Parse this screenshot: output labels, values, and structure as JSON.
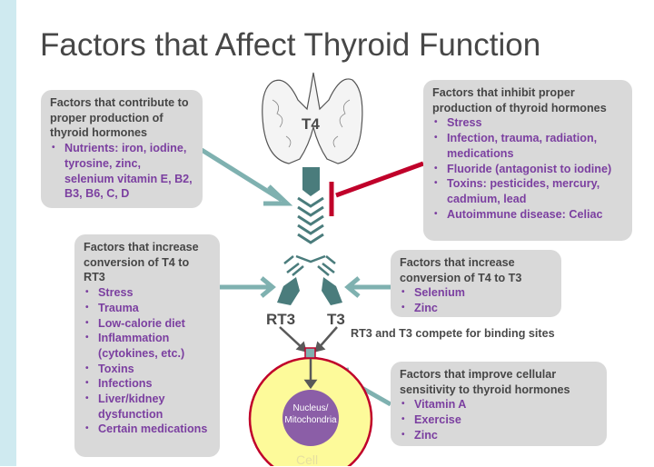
{
  "title": "Factors that Affect Thyroid Function",
  "labels": {
    "t4": "T4",
    "rt3": "RT3",
    "t3": "T3",
    "compete": "RT3 and T3 compete for binding sites",
    "nucleus": "Nucleus/ Mitochondria",
    "cell": "Cell"
  },
  "boxes": {
    "contribute": {
      "heading": "Factors that contribute to proper production of thyroid hormones",
      "items": [
        "Nutrients:  iron, iodine, tyrosine, zinc, selenium vitamin E, B2, B3, B6, C, D"
      ]
    },
    "inhibit": {
      "heading": "Factors that inhibit proper production of thyroid hormones",
      "items": [
        "Stress",
        "Infection, trauma, radiation, medications",
        "Fluoride (antagonist to iodine)",
        "Toxins: pesticides, mercury, cadmium, lead",
        "Autoimmune disease: Celiac"
      ]
    },
    "rt3": {
      "heading": "Factors that increase conversion of T4 to RT3",
      "items": [
        "Stress",
        "Trauma",
        "Low-calorie diet",
        "Inflammation (cytokines, etc.)",
        "Toxins",
        "Infections",
        "Liver/kidney dysfunction",
        "Certain medications"
      ]
    },
    "t3": {
      "heading": "Factors that increase conversion of T4 to T3",
      "items": [
        "Selenium",
        "Zinc"
      ]
    },
    "sensitivity": {
      "heading": "Factors that improve cellular sensitivity to thyroid hormones",
      "items": [
        "Vitamin A",
        "Exercise",
        "Zinc"
      ]
    }
  },
  "colors": {
    "teal": "#4a7c7c",
    "arrow": "#7fb1b0",
    "red": "#c0002a",
    "purple": "#7b3fa0",
    "cell": "#fdfa9a"
  }
}
